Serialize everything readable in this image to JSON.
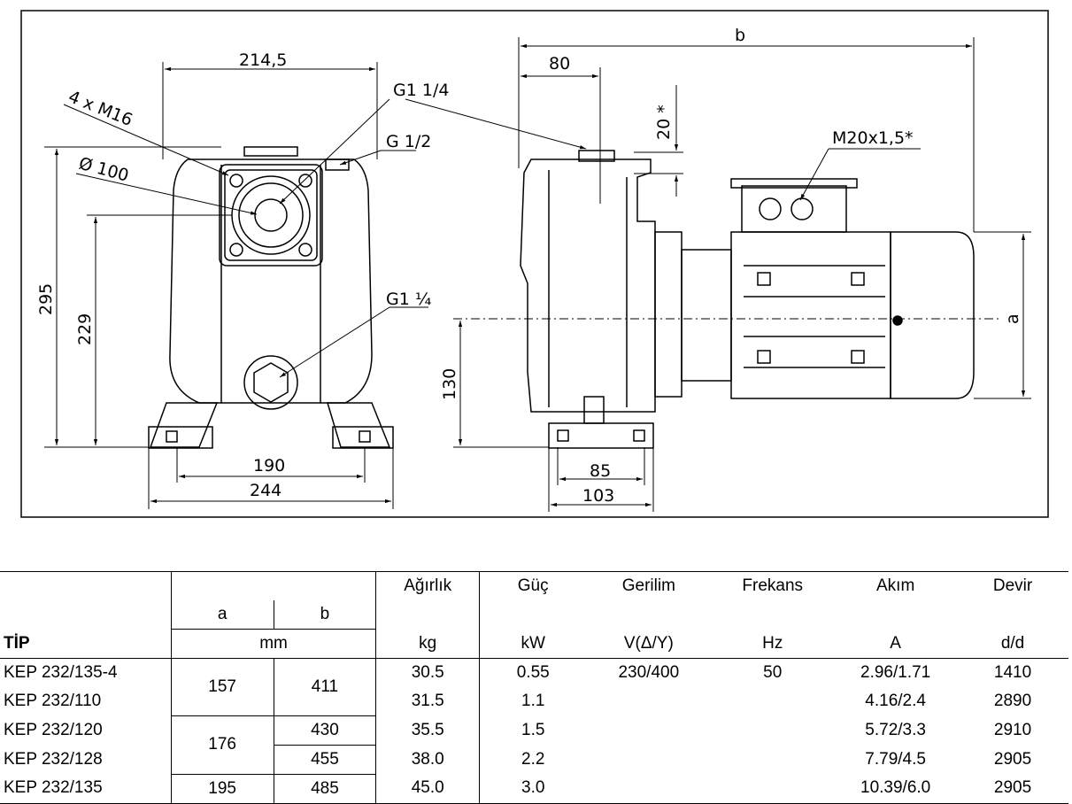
{
  "drawing": {
    "front_view": {
      "width_top": "214,5",
      "bolts": "4 x M16",
      "flange_diameter": "Ø 100",
      "port_top": "G1 1/4",
      "port_side": "G 1/2",
      "port_bottom": "G1 ¼",
      "height_total": "295",
      "height_outlet": "229",
      "foot_bolt_spacing": "190",
      "base_width": "244"
    },
    "side_view": {
      "length": "b",
      "port_offset": "80",
      "clearance": "20 *",
      "cable_gland": "M20x1,5*",
      "motor_height": "a",
      "shaft_height": "130",
      "foot_inner": "85",
      "foot_outer": "103"
    }
  },
  "table": {
    "headers": {
      "dim_a": "a",
      "dim_b": "b",
      "dim_unit": "mm",
      "tip": "TİP",
      "weight": "Ağırlık",
      "weight_unit": "kg",
      "power": "Güç",
      "power_unit": "kW",
      "voltage": "Gerilim",
      "voltage_unit": "V(Δ/Y)",
      "frequency": "Frekans",
      "frequency_unit": "Hz",
      "current": "Akım",
      "current_unit": "A",
      "speed": "Devir",
      "speed_unit": "d/d"
    },
    "rows": [
      {
        "tip": "KEP 232/135-4",
        "weight": "30.5",
        "power": "0.55",
        "voltage": "230/400",
        "frequency": "50",
        "current": "2.96/1.71",
        "speed": "1410"
      },
      {
        "tip": "KEP 232/110",
        "weight": "31.5",
        "power": "1.1",
        "current": "4.16/2.4",
        "speed": "2890"
      },
      {
        "tip": "KEP 232/120",
        "weight": "35.5",
        "power": "1.5",
        "current": "5.72/3.3",
        "speed": "2910"
      },
      {
        "tip": "KEP 232/128",
        "weight": "38.0",
        "power": "2.2",
        "current": "7.79/4.5",
        "speed": "2905"
      },
      {
        "tip": "KEP 232/135",
        "weight": "45.0",
        "power": "3.0",
        "current": "10.39/6.0",
        "speed": "2905"
      }
    ],
    "a_values": [
      "157",
      "176",
      "195"
    ],
    "b_values": [
      "411",
      "430",
      "455",
      "485"
    ]
  }
}
